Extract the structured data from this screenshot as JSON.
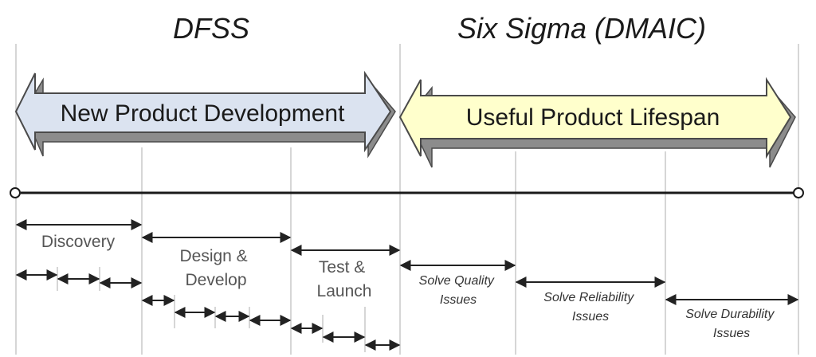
{
  "titles": {
    "dfss": "DFSS",
    "six_sigma": "Six Sigma (DMAIC)"
  },
  "arrows": {
    "new_product": {
      "label": "New Product Development",
      "fill": "#dbe3f0"
    },
    "useful_lifespan": {
      "label": "Useful Product Lifespan",
      "fill": "#ffffcc"
    }
  },
  "colors": {
    "arrow_shadow": "#8c8c8c",
    "arrow_outline": "#4a4a4a",
    "timeline": "#1a1a1a",
    "divider": "#c9c9c9"
  },
  "stages": {
    "discovery": {
      "label": "Discovery"
    },
    "design_develop": {
      "lines": [
        "Design &",
        "Develop"
      ]
    },
    "test_launch": {
      "lines": [
        "Test &",
        "Launch"
      ]
    }
  },
  "issues": {
    "quality": {
      "lines": [
        "Solve Quality",
        "Issues"
      ]
    },
    "reliability": {
      "lines": [
        "Solve Reliability",
        "Issues"
      ]
    },
    "durability": {
      "lines": [
        "Solve Durability",
        "Issues"
      ]
    }
  }
}
